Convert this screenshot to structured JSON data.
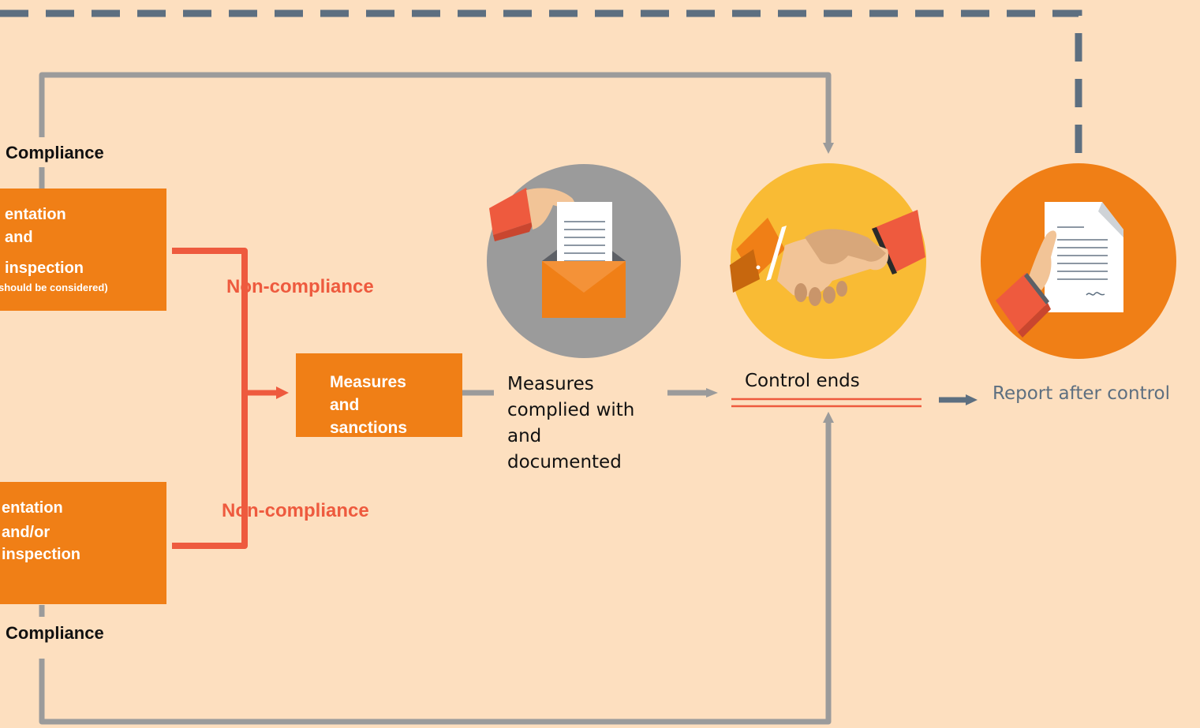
{
  "compliance_top": "Compliance",
  "compliance_bottom": "Compliance",
  "box_top": {
    "line1": "entation",
    "line2": "and",
    "line3": "inspection",
    "note": "should be considered)"
  },
  "box_bottom": {
    "line1": "entation",
    "line2": "and/or",
    "line3": "inspection"
  },
  "non_compliance_top": "Non-compliance",
  "non_compliance_bottom": "Non-compliance",
  "measures_box": {
    "line1": "Measures",
    "line2": "and",
    "line3": "sanctions"
  },
  "measures_complied": {
    "line1": "Measures",
    "line2": "complied with",
    "line3": "and",
    "line4": "documented"
  },
  "control_ends": "Control ends",
  "report_after_control": "Report after control",
  "icons": {
    "measures": "document-envelope-icon",
    "control": "handshake-icon",
    "report": "report-document-icon"
  },
  "colors": {
    "background": "#fddfbf",
    "box": "#f07f16",
    "noncompliance": "#ee5a3e",
    "connector_gray": "#9b9b9b",
    "dashed": "#5d6f80",
    "circle_gray": "#9b9b9b",
    "circle_yellow": "#f9bb34",
    "circle_orange": "#f07f16"
  }
}
